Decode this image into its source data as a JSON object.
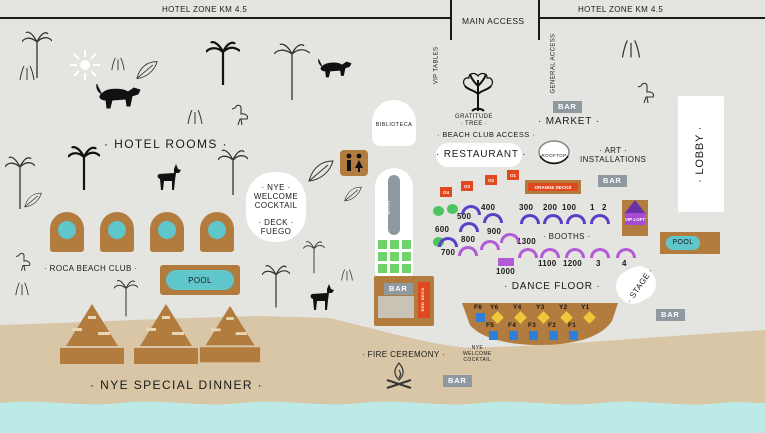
{
  "roads": {
    "left_zone": "HOTEL ZONE KM 4.5",
    "main_access": "MAIN ACCESS",
    "right_zone": "HOTEL ZONE KM 4.5"
  },
  "labels": {
    "hotel_rooms": "· HOTEL ROOMS ·",
    "roca_beach_club": "· ROCA BEACH CLUB ·",
    "pool_left": "POOL",
    "nye_special_dinner": "· NYE SPECIAL DINNER ·",
    "nye_welcome_cocktail_left": "· NYE ·\nWELCOME\nCOCKTAIL",
    "deck_fuego": "· DECK ·\nFUEGO",
    "biblioteca": "BIBLIOTECA",
    "bar_vertical": "BAR",
    "fire_ceremony": "· FIRE CEREMONY ·",
    "nye_welcome_cocktail_right": "· NYE ·\nWELCOME\nCOCKTAIL",
    "vip_tables": "VIP TABLES",
    "gratitude_tree": "GRATITUDE\n· TREE ·",
    "general_access": "GENERAL ACCESS",
    "beach_club_access": "· BEACH CLUB ACCESS ·",
    "restaurant": "· RESTAURANT ·",
    "rooftop": "ROOFTOP",
    "market": "· MARKET ·",
    "art_installations": "· ART ·\nINSTALLATIONS",
    "lobby": "· LOBBY ·",
    "orange_decks": "ORANGE DECKS",
    "vip_loft": "VIP LOFT",
    "pool_right": "POOL",
    "booths": "· BOOTHS ·",
    "dance_floor": "· DANCE FLOOR ·",
    "stage": "· STAGE ·",
    "red_deck": "RED DECK"
  },
  "bars": {
    "bar_market": "BAR",
    "bar_art": "BAR",
    "bar_center": "BAR",
    "bar_right": "BAR",
    "bar_fire": "BAR"
  },
  "decks": [
    "O4",
    "O3",
    "O2",
    "O1"
  ],
  "booth_numbers": {
    "n300": "300",
    "n200": "200",
    "n100": "100",
    "n1": "1",
    "n2": "2",
    "n400": "400",
    "n500": "500",
    "n600": "600",
    "n800": "800",
    "n900": "900",
    "n700": "700",
    "n1300": "1300",
    "n1000": "1000",
    "n1100": "1100",
    "n1200": "1200",
    "n3": "3",
    "n4": "4"
  },
  "stage_spots": {
    "yellow": [
      "Y6",
      "Y4",
      "Y3",
      "Y2",
      "Y1"
    ],
    "blue_top": [
      "F6"
    ],
    "blue": [
      "F5",
      "F4",
      "F3",
      "F2",
      "F1"
    ]
  },
  "icon_names": [
    "palm-tree-icon",
    "animal-icon",
    "restroom-icon",
    "tree-icon",
    "bonfire-icon",
    "sun-icon"
  ],
  "colors": {
    "ground": "#e4e4e1",
    "sand": "#d8c6a6",
    "sea": "#bdeae6",
    "wood": "#b27c3e",
    "pool": "#5fc6cc",
    "booth_blue": "#5b3fc6",
    "booth_purple": "#b35ad6",
    "deck_red": "#e0481f",
    "bar_chip": "#8e99a0"
  }
}
